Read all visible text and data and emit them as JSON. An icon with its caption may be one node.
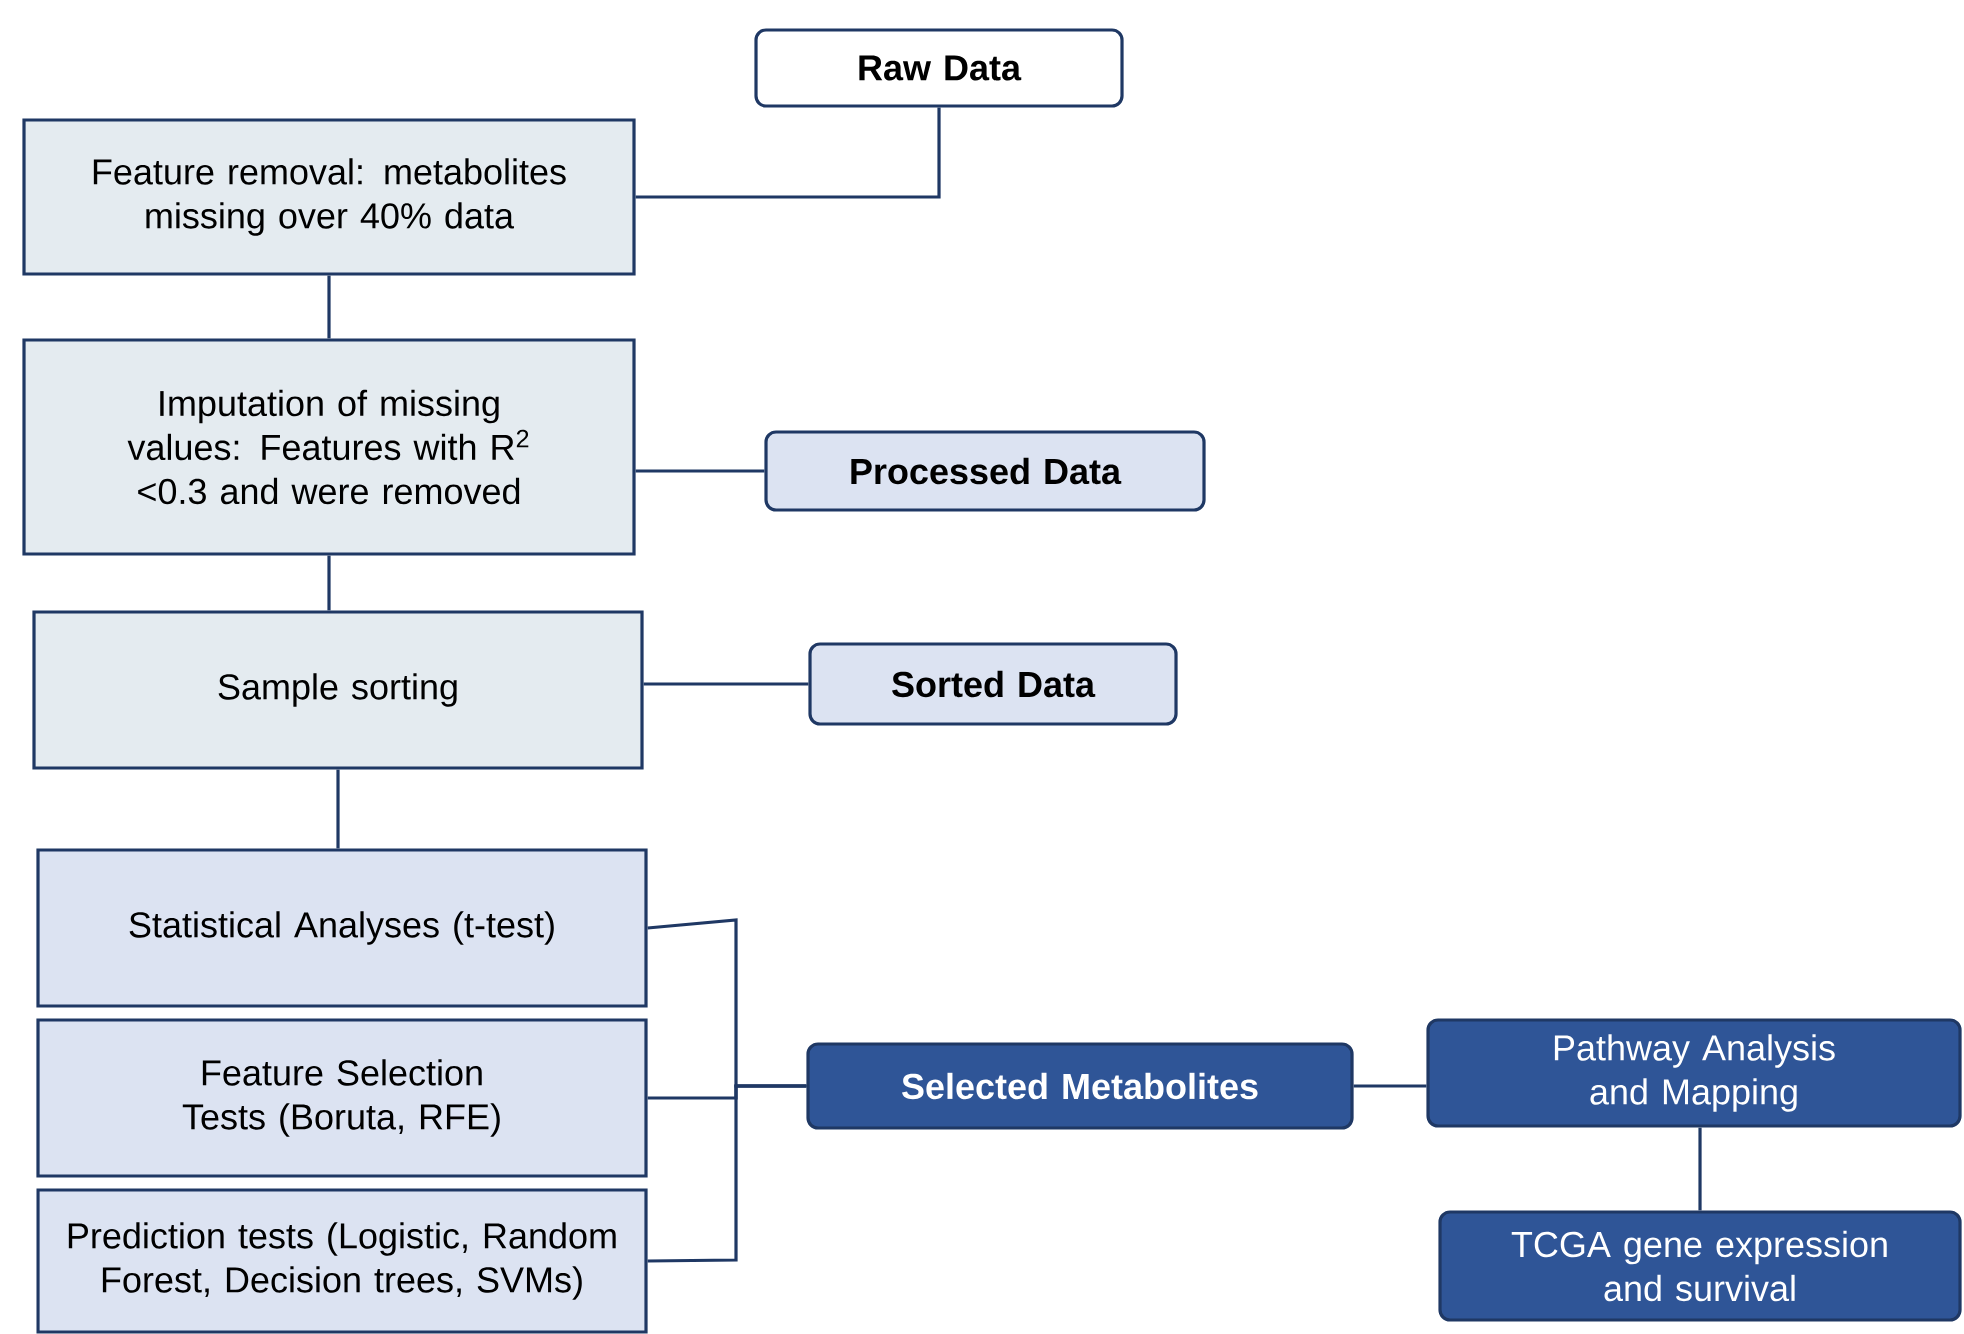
{
  "diagram": {
    "nodes": [
      {
        "text": [
          "Raw Data"
        ]
      },
      {
        "text": [
          "Feature removal: metabolites missing over 40% data"
        ]
      },
      {
        "text": [
          "Imputation of missing values: Features with R$^{2}$ <0.3 and were removed"
        ]
      },
      {
        "text": [
          "Processed Data"
        ]
      },
      {
        "text": [
          "Sample sorting"
        ]
      },
      {
        "text": [
          "Sorted Data"
        ]
      },
      {
        "text": [
          "Statistical Analyses (t-test)"
        ]
      },
      {
        "text": [
          "Feature Selection Tests (Boruta, RFE)"
        ]
      },
      {
        "text": [
          "Prediction tests (Logistic, Random Forest, Decision trees, SVMs)"
        ]
      },
      {
        "text": [
          "Selected Metabolites"
        ]
      },
      {
        "text": [
          "Pathway Analysis and Mapping"
        ]
      },
      {
        "text": [
          "TCGA gene expression and survival"
        ]
      }
    ],
    "edges": [
      {
        "from": 0,
        "to": 1,
        "arrow": "none"
      },
      {
        "from": 1,
        "to": 2,
        "arrow": "none"
      },
      {
        "from": 2,
        "to": 3,
        "arrow": "none"
      },
      {
        "from": 2,
        "to": 4,
        "arrow": "none"
      },
      {
        "from": 4,
        "to": 5,
        "arrow": "none"
      },
      {
        "from": 4,
        "to": 6,
        "arrow": "none"
      },
      {
        "from": 6,
        "to": 9,
        "arrow": "none"
      },
      {
        "from": 7,
        "to": 9,
        "arrow": "none"
      },
      {
        "from": 8,
        "to": 9,
        "arrow": "none"
      },
      {
        "from": 9,
        "to": 10,
        "arrow": "none"
      },
      {
        "from": 10,
        "to": 11,
        "arrow": "none"
      }
    ]
  }
}
